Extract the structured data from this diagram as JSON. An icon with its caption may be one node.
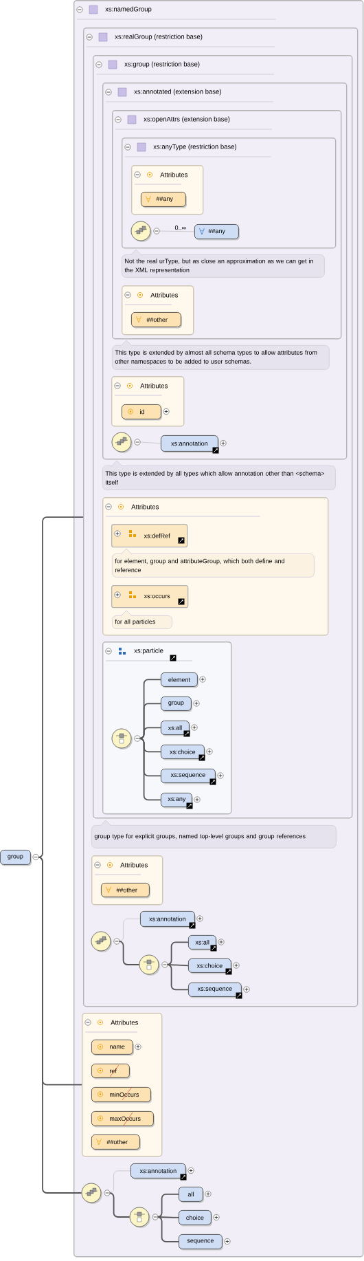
{
  "diagram": {
    "nodes": [
      {
        "text": [
          "xs:namedGroup"
        ]
      },
      {
        "text": [
          "xs:realGroup (restriction base)"
        ],
        "in": 0
      },
      {
        "text": [
          "xs:group (restriction base)"
        ],
        "in": 1
      },
      {
        "text": [
          "xs:annotated (extension base)"
        ],
        "in": 2
      },
      {
        "text": [
          "xs:openAttrs (extension base)"
        ],
        "in": 3
      },
      {
        "text": [
          "xs:anyType (restriction base)"
        ],
        "in": 4
      },
      {
        "text": [
          "Attributes"
        ],
        "in": 5
      },
      {
        "text": [
          "##any"
        ],
        "in": 6
      },
      {
        "text": [],
        "shape": "circle",
        "in": 5
      },
      {
        "text": [
          "##any"
        ],
        "in": 5
      },
      {
        "text": [
          "Not the real urType, but as close an approximation as we can get in the XML representation"
        ],
        "in": 4
      },
      {
        "text": [
          "Attributes"
        ],
        "in": 4
      },
      {
        "text": [
          "##other"
        ],
        "in": 11
      },
      {
        "text": [
          "This type is extended by almost all schema types to allow attributes from other namespaces to be added to user schemas."
        ],
        "in": 3
      },
      {
        "text": [
          "Attributes"
        ],
        "in": 3
      },
      {
        "text": [
          "id"
        ],
        "in": 14
      },
      {
        "text": [],
        "shape": "circle",
        "in": 3
      },
      {
        "text": [
          "xs:annotation"
        ],
        "in": 3
      },
      {
        "text": [
          "This type is extended by all types which allow annotation other than <schema> itself"
        ],
        "in": 2
      },
      {
        "text": [
          "Attributes"
        ],
        "in": 2
      },
      {
        "text": [
          "xs:defRef"
        ],
        "in": 19
      },
      {
        "text": [
          "for element, group and attributeGroup, which both define and reference"
        ],
        "in": 19
      },
      {
        "text": [
          "xs:occurs"
        ],
        "in": 19
      },
      {
        "text": [
          "for all particles"
        ],
        "in": 19
      },
      {
        "text": [
          "xs:particle"
        ],
        "in": 2
      },
      {
        "text": [],
        "shape": "circle",
        "in": 24
      },
      {
        "text": [
          "element"
        ],
        "in": 24
      },
      {
        "text": [
          "group"
        ],
        "in": 24
      },
      {
        "text": [
          "xs:all"
        ],
        "in": 24
      },
      {
        "text": [
          "xs:choice"
        ],
        "in": 24
      },
      {
        "text": [
          "xs:sequence"
        ],
        "in": 24
      },
      {
        "text": [
          "xs:any"
        ],
        "in": 24
      },
      {
        "text": [
          "group type for explicit groups, named top-level groups and group references"
        ],
        "in": 1
      },
      {
        "text": [
          "Attributes"
        ],
        "in": 1
      },
      {
        "text": [
          "##other"
        ],
        "in": 33
      },
      {
        "text": [],
        "shape": "circle",
        "in": 1
      },
      {
        "text": [
          "xs:annotation"
        ],
        "in": 1
      },
      {
        "text": [],
        "shape": "circle",
        "in": 1
      },
      {
        "text": [
          "xs:all"
        ],
        "in": 1
      },
      {
        "text": [
          "xs:choice"
        ],
        "in": 1
      },
      {
        "text": [
          "xs:sequence"
        ],
        "in": 1
      },
      {
        "text": [
          "Attributes"
        ],
        "in": 0
      },
      {
        "text": [
          "name"
        ],
        "in": 41
      },
      {
        "text": [
          "ref"
        ],
        "in": 41
      },
      {
        "text": [
          "minOccurs"
        ],
        "in": 41
      },
      {
        "text": [
          "maxOccurs"
        ],
        "in": 41
      },
      {
        "text": [
          "##other"
        ],
        "in": 41
      },
      {
        "text": [],
        "shape": "circle",
        "in": 0
      },
      {
        "text": [
          "xs:annotation"
        ],
        "in": 0
      },
      {
        "text": [],
        "shape": "circle",
        "in": 0
      },
      {
        "text": [
          "all"
        ],
        "in": 0
      },
      {
        "text": [
          "choice"
        ],
        "in": 0
      },
      {
        "text": [
          "sequence"
        ],
        "in": 0
      },
      {
        "text": [
          "group"
        ]
      }
    ],
    "edges": [
      {
        "from": 53,
        "to": 1,
        "arrow": "none"
      },
      {
        "from": 53,
        "to": 41,
        "arrow": "none"
      },
      {
        "from": 53,
        "to": 47,
        "arrow": "none"
      },
      {
        "from": 8,
        "to": 9,
        "arrow": "none",
        "label": "0..∞",
        "color": "#bbbbbb"
      },
      {
        "from": 16,
        "to": 17,
        "arrow": "none",
        "color": "#bbbbbb"
      },
      {
        "from": 25,
        "to": 26,
        "arrow": "none"
      },
      {
        "from": 25,
        "to": 27,
        "arrow": "none"
      },
      {
        "from": 25,
        "to": 28,
        "arrow": "none"
      },
      {
        "from": 25,
        "to": 29,
        "arrow": "none"
      },
      {
        "from": 25,
        "to": 30,
        "arrow": "none"
      },
      {
        "from": 25,
        "to": 31,
        "arrow": "none"
      },
      {
        "from": 35,
        "to": 36,
        "arrow": "none",
        "color": "#bbbbbb"
      },
      {
        "from": 35,
        "to": 37,
        "arrow": "none"
      },
      {
        "from": 37,
        "to": 38,
        "arrow": "none"
      },
      {
        "from": 37,
        "to": 39,
        "arrow": "none"
      },
      {
        "from": 37,
        "to": 40,
        "arrow": "none"
      },
      {
        "from": 47,
        "to": 48,
        "arrow": "none",
        "color": "#bbbbbb"
      },
      {
        "from": 47,
        "to": 49,
        "arrow": "none"
      },
      {
        "from": 49,
        "to": 50,
        "arrow": "none"
      },
      {
        "from": 49,
        "to": 51,
        "arrow": "none"
      },
      {
        "from": 49,
        "to": 52,
        "arrow": "none"
      }
    ]
  }
}
